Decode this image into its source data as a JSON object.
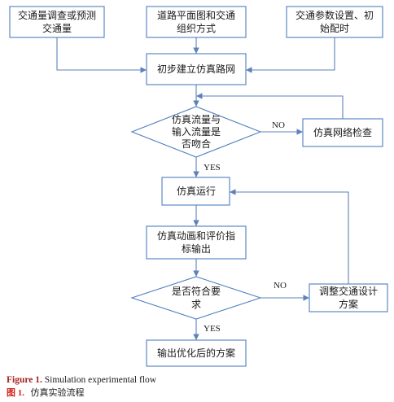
{
  "nodes": {
    "traffic_survey": {
      "lines": [
        "交通量调查或预测",
        "交通量"
      ]
    },
    "road_plan": {
      "lines": [
        "道路平面图和交通",
        "组织方式"
      ]
    },
    "traffic_params": {
      "lines": [
        "交通参数设置、初",
        "始配时"
      ]
    },
    "initial_network": {
      "lines": [
        "初步建立仿真路网"
      ]
    },
    "flow_match_decision": {
      "lines": [
        "仿真流量与",
        "输入流量是",
        "否吻合"
      ]
    },
    "network_check": {
      "lines": [
        "仿真网络检查"
      ]
    },
    "run_simulation": {
      "lines": [
        "仿真运行"
      ]
    },
    "animation_output": {
      "lines": [
        "仿真动画和评价指",
        "标输出"
      ]
    },
    "requirement_decision": {
      "lines": [
        "是否符合要",
        "求"
      ]
    },
    "adjust_design": {
      "lines": [
        "调整交通设计",
        "方案"
      ]
    },
    "final_output": {
      "lines": [
        "输出优化后的方案"
      ]
    }
  },
  "edge_labels": {
    "flow_match_no": "NO",
    "flow_match_yes": "YES",
    "requirement_no": "NO",
    "requirement_yes": "YES"
  },
  "caption": {
    "english_prefix": "Figure 1.",
    "english_text": "Simulation experimental flow",
    "chinese_prefix": "图 1.",
    "chinese_text": "仿真实验流程"
  },
  "colors": {
    "box_border": "#4f7fc0",
    "connector": "#5e82b8",
    "text": "#1a1a1a",
    "caption_english_prefix": "#a3201f",
    "caption_chinese_prefix": "#d0261f"
  }
}
